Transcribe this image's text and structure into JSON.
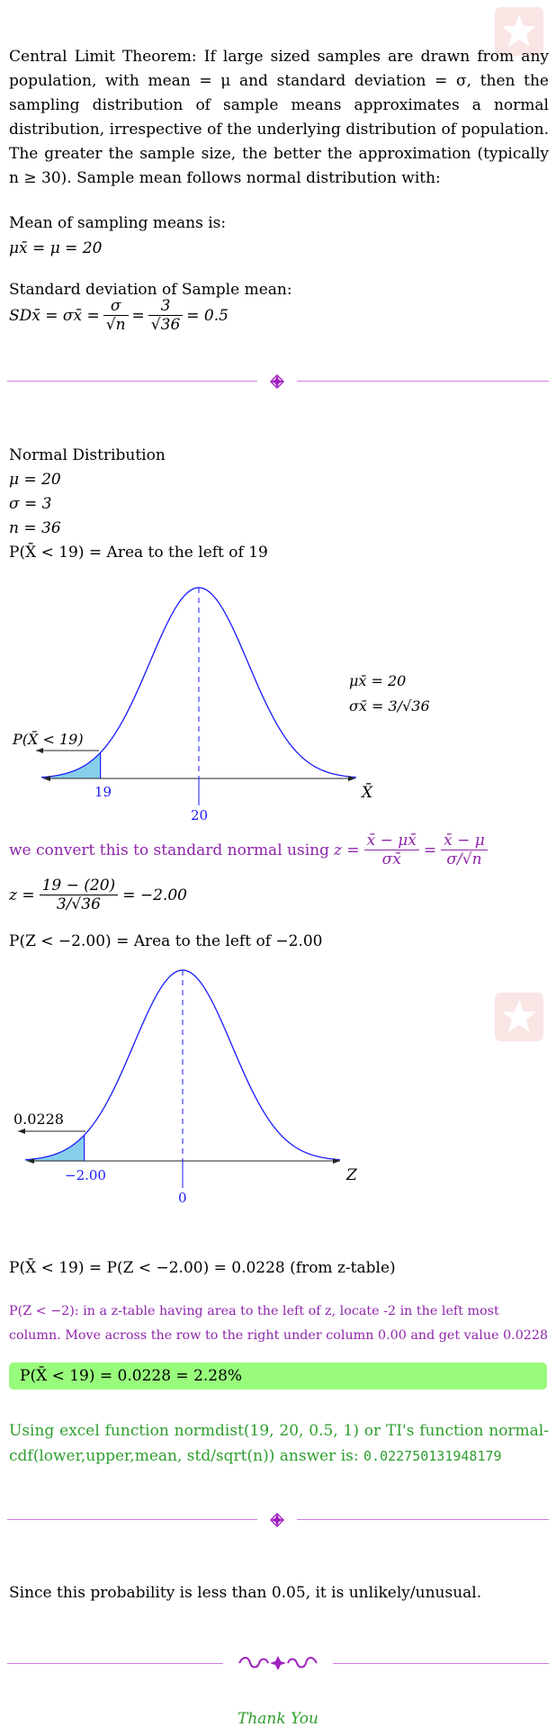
{
  "intro": {
    "clt_paragraph": "Central Limit Theorem: If large sized samples are drawn from any population, with mean = μ and standard deviation = σ, then the sampling distribution of sample means approximates a normal distribution, irrespective of the underlying distribution of population. The greater the sample size, the better the approximation (typically n ≥ 30). Sample mean follows normal distribution with:",
    "mean_heading": "Mean of sampling means is:",
    "mean_formula": "μx̄ = μ = 20",
    "sd_heading": "Standard deviation of Sample mean:",
    "sd_lhs": "SDx̄ = σx̄ =",
    "sd_frac1_num": "σ",
    "sd_frac1_den": "√n",
    "sd_eq": "=",
    "sd_frac2_num": "3",
    "sd_frac2_den": "√36",
    "sd_result": "= 0.5"
  },
  "normal": {
    "heading": "Normal Distribution",
    "mu": "μ = 20",
    "sigma": "σ = 3",
    "n": "n = 36",
    "prob_statement": "P(X̄ < 19) = Area to the left of 19"
  },
  "graph1": {
    "shaded_label": "P(X̄ < 19)",
    "cut_label": "19",
    "center_label": "20",
    "axis_label": "X̄",
    "mu_label": "μx̄ = 20",
    "sigma_label": "σx̄ = 3/√36",
    "mean": 20,
    "sd": 0.5,
    "cut": 19,
    "fill_color": "#87ceeb",
    "curve_color": "#1a1aff"
  },
  "convert": {
    "text": "we convert this to standard normal using",
    "z_lhs": "z =",
    "frac1_num": "x̄ − μx̄",
    "frac1_den": "σx̄",
    "eq": "=",
    "frac2_num": "x̄ − μ",
    "frac2_den": "σ/√n"
  },
  "zcalc": {
    "lhs": "z =",
    "num": "19 − (20)",
    "den": "3/√36",
    "result": "= −2.00"
  },
  "zprob": "P(Z < −2.00) = Area to the left of −2.00",
  "graph2": {
    "shaded_label": "0.0228",
    "cut_label": "−2.00",
    "center_label": "0",
    "axis_label": "Z",
    "mean": 0,
    "sd": 1,
    "cut": -2.0,
    "fill_color": "#87ceeb",
    "curve_color": "#1a1aff"
  },
  "result": {
    "statement": "P(X̄ < 19) = P(Z < −2.00) = 0.0228 (from z-table)",
    "ztable_note": "P(Z < −2): in a z-table having area to the left of z, locate -2 in the left most column. Move across the row to the right under column 0.00 and get value 0.0228",
    "highlight": "P(X̄ < 19) = 0.0228 = 2.28%",
    "highlight_color": "#98fb7c",
    "excel_text": "Using excel function normdist(19, 20, 0.5, 1) or TI's function normal-cdf(lower,upper,mean, std/sqrt(n)) answer is:",
    "excel_value": "0.022750131948179"
  },
  "conclusion": "Since this probability is less than 0.05, it is unlikely/unusual.",
  "thank_you": "Thank You",
  "colors": {
    "purple": "#8e24aa",
    "green": "#2e9e2e",
    "rule": "#d07ae0"
  }
}
